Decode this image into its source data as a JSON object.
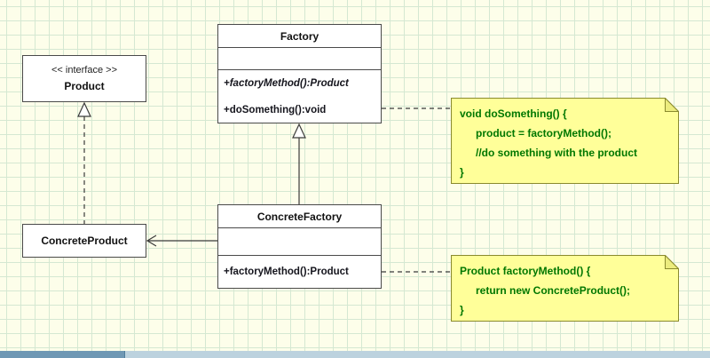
{
  "classes": {
    "product": {
      "stereotype": "<< interface >>",
      "name": "Product"
    },
    "factory": {
      "name": "Factory",
      "methods": [
        "+factoryMethod():Product",
        "+doSomething():void"
      ]
    },
    "concrete_factory": {
      "name": "ConcreteFactory",
      "methods": [
        "+factoryMethod():Product"
      ]
    },
    "concrete_product": {
      "name": "ConcreteProduct"
    }
  },
  "notes": {
    "do_something": {
      "lines": [
        "void doSomething() {",
        "product = factoryMethod();",
        "//do something with the product",
        "}"
      ]
    },
    "factory_method": {
      "lines": [
        "Product factoryMethod() {",
        "return new ConcreteProduct();",
        "}"
      ]
    }
  },
  "relationships": {
    "realization": "ConcreteProduct implements Product",
    "generalization": "ConcreteFactory extends Factory",
    "association": "ConcreteFactory creates ConcreteProduct"
  },
  "colors": {
    "background": "#FDFEEA",
    "grid": "#D5E8D2",
    "box_fill": "#FFFFFF",
    "box_border": "#4A4A4A",
    "note_fill": "#FFFF99",
    "note_fold": "#ECEC7E",
    "note_border": "#8A8A2E",
    "note_text": "#007700",
    "connector": "#3A3A3A"
  }
}
